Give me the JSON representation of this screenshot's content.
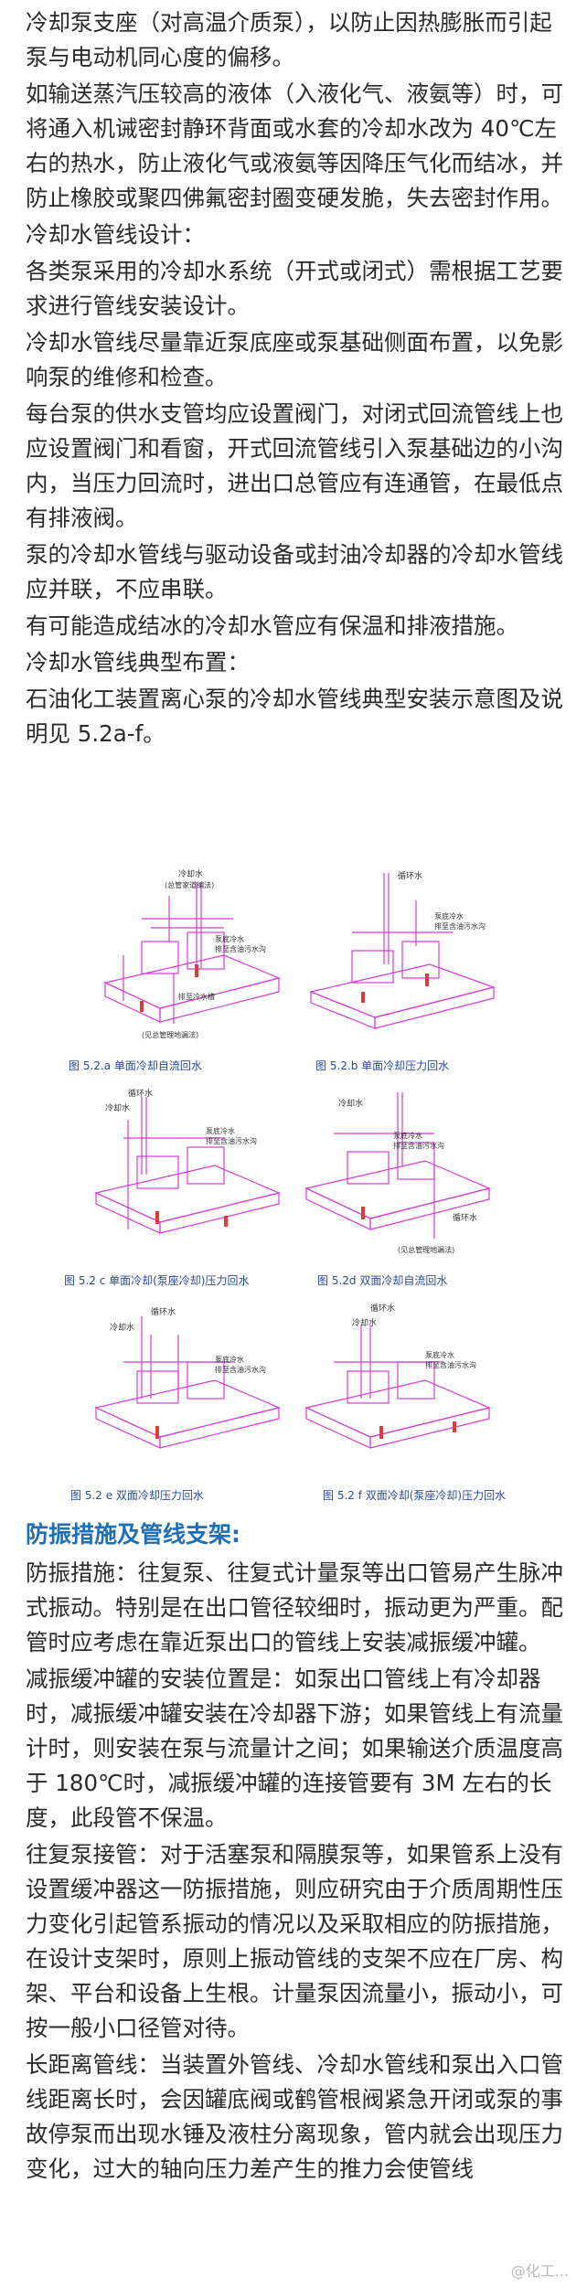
{
  "paragraphs_top": [
    "冷却泵支座（对高温介质泵），以防止因热膨胀而引起泵与电动机同心度的偏移。",
    "如输送蒸汽压较高的液体（入液化气、液氨等）时，可将通入机诫密封静环背面或水套的冷却水改为 40℃左右的热水，防止液化气或液氨等因降压气化而结冰，并防止橡胶或聚四佛氟密封圈变硬发脆，失去密封作用。",
    "冷却水管线设计：",
    "各类泵采用的冷却水系统（开式或闭式）需根据工艺要求进行管线安装设计。",
    "冷却水管线尽量靠近泵底座或泵基础侧面布置，以免影响泵的维修和检查。",
    "每台泵的供水支管均应设置阀门，对闭式回流管线上也应设置阀门和看窗，开式回流管线引入泵基础边的小沟内，当压力回流时，进出口总管应有连通管，在最低点有排液阀。",
    "泵的冷却水管线与驱动设备或封油冷却器的冷却水管线应并联，不应串联。",
    "有可能造成结冰的冷却水管应有保温和排液措施。",
    "冷却水管线典型布置：",
    "石油化工装置离心泵的冷却水管线典型安装示意图及说明见 5.2a-f。"
  ],
  "figures": {
    "fig_a": {
      "caption": "图 5.2.a 单面冷却自流回水",
      "labels": [
        "冷却水",
        "(总管家道编法)",
        "泵底冷水",
        "排至含油污水沟",
        "排至冷水槽",
        "(见总管理地漏法)"
      ]
    },
    "fig_b": {
      "caption": "图 5.2.b 单面冷却压力回水",
      "labels": [
        "循环水",
        "泵底冷水",
        "排至含油污水沟"
      ]
    },
    "fig_c": {
      "caption": "图 5.2 c 单面冷却(泵座冷却)压力回水",
      "labels": [
        "循环水",
        "冷却水",
        "泵底冷水",
        "排至含油污水沟"
      ]
    },
    "fig_d": {
      "caption": "图 5.2d 双面冷却自流回水",
      "labels": [
        "冷却水",
        "泵底冷水",
        "排至含油污水沟",
        "循环水",
        "(见总管理地漏法)"
      ]
    },
    "fig_e": {
      "caption": "图 5.2 e 双面冷却压力回水",
      "labels": [
        "循环水",
        "冷却水",
        "泵底冷水",
        "排至含油污水沟"
      ]
    },
    "fig_f": {
      "caption": "图 5.2 f 双面冷却(泵座冷却)压力回水",
      "labels": [
        "循环水",
        "冷却水",
        "泵底冷水",
        "排至含油污水沟"
      ]
    }
  },
  "section_heading": "防振措施及管线支架:",
  "paragraphs_bottom": [
    "防振措施：往复泵、往复式计量泵等出口管易产生脉冲式振动。特别是在出口管径较细时，振动更为严重。配管时应考虑在靠近泵出口的管线上安装减振缓冲罐。",
    "减振缓冲罐的安装位置是：如泵出口管线上有冷却器时，减振缓冲罐安装在冷却器下游；如果管线上有流量计时，则安装在泵与流量计之间；如果输送介质温度高于 180℃时，减振缓冲罐的连接管要有 3M 左右的长度，此段管不保温。",
    "往复泵接管：对于活塞泵和隔膜泵等，如果管系上没有设置缓冲器这一防振措施，则应研究由于介质周期性压力变化引起管系振动的情况以及采取相应的防振措施，在设计支架时，原则上振动管线的支架不应在厂房、构架、平台和设备上生根。计量泵因流量小，振动小，可按一般小口径管对待。",
    "长距离管线：当装置外管线、冷却水管线和泵出入口管线距离长时，会因罐底阀或鹤管根阀紧急开闭或泵的事故停泵而出现水锤及液柱分离现象，管内就会出现压力变化，过大的轴向压力差产生的推力会使管线"
  ],
  "watermark": "@化工..."
}
